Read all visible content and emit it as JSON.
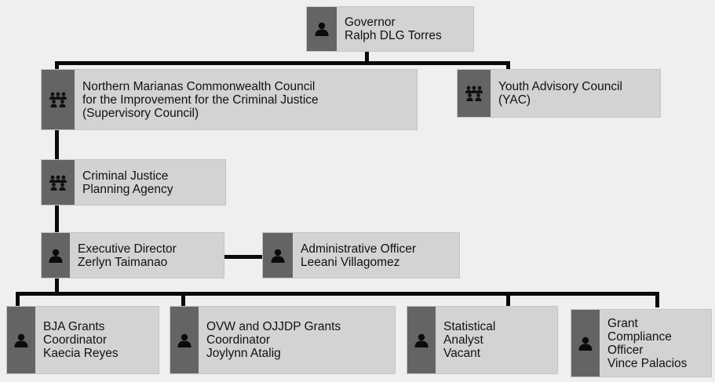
{
  "nodes": {
    "governor": {
      "lines": [
        "Governor",
        "Ralph DLG Torres"
      ],
      "icon": "person-icon"
    },
    "council": {
      "lines": [
        "Northern Marianas Commonwealth Council",
        "for the Improvement for the Criminal Justice",
        "(Supervisory Council)"
      ],
      "icon": "group-icon"
    },
    "yac": {
      "lines": [
        "Youth Advisory Council",
        "(YAC)"
      ],
      "icon": "group-icon"
    },
    "cjpa": {
      "lines": [
        "Criminal Justice",
        "Planning Agency"
      ],
      "icon": "group-icon"
    },
    "exec": {
      "lines": [
        "Executive Director",
        "Zerlyn Taimanao"
      ],
      "icon": "person-icon"
    },
    "admin": {
      "lines": [
        "Administrative Officer",
        "Leeani Villagomez"
      ],
      "icon": "person-icon"
    },
    "bja": {
      "lines": [
        "BJA Grants",
        "Coordinator",
        "Kaecia Reyes"
      ],
      "icon": "person-icon"
    },
    "ovw": {
      "lines": [
        "OVW and OJJDP Grants",
        "Coordinator",
        "Joylynn Atalig"
      ],
      "icon": "person-icon"
    },
    "stat": {
      "lines": [
        "Statistical",
        "Analyst",
        "Vacant"
      ],
      "icon": "person-icon"
    },
    "grant": {
      "lines": [
        "Grant",
        "Compliance",
        "Officer",
        "Vince Palacios"
      ],
      "icon": "person-icon"
    }
  },
  "colors": {
    "box": "#d3d3d3",
    "icon_strip": "#646464",
    "connector": "#0a0a0a",
    "background": "#efefef"
  }
}
